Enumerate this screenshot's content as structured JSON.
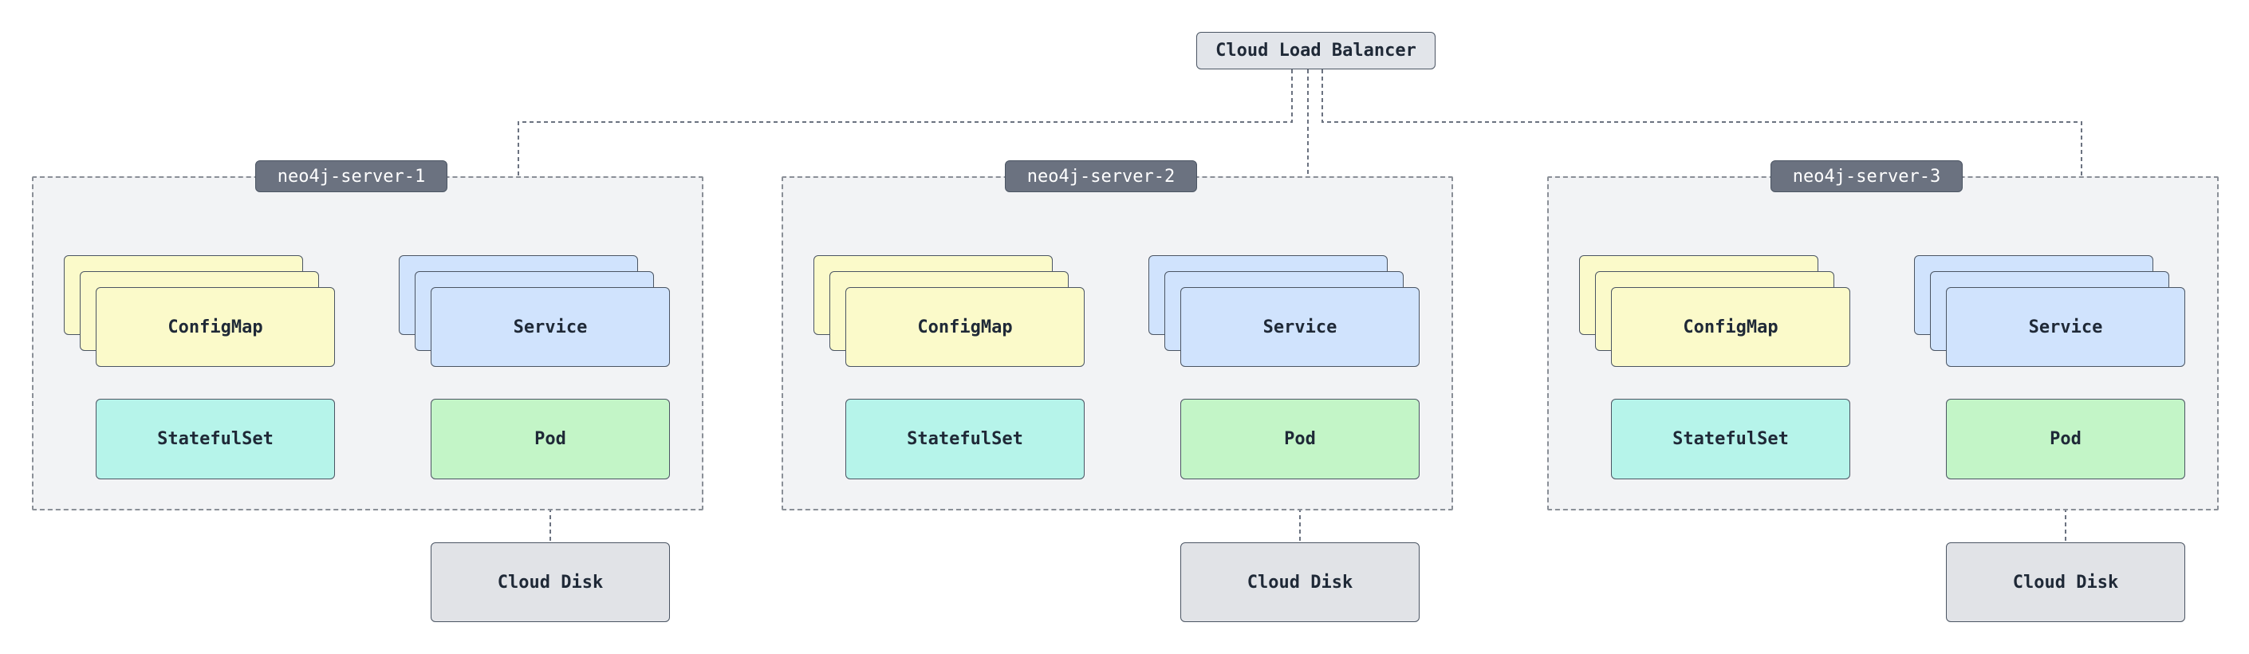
{
  "load_balancer": {
    "label": "Cloud Load Balancer"
  },
  "servers": [
    {
      "name": "neo4j-server-1",
      "configmap": "ConfigMap",
      "service": "Service",
      "statefulset": "StatefulSet",
      "pod": "Pod",
      "disk": "Cloud Disk"
    },
    {
      "name": "neo4j-server-2",
      "configmap": "ConfigMap",
      "service": "Service",
      "statefulset": "StatefulSet",
      "pod": "Pod",
      "disk": "Cloud Disk"
    },
    {
      "name": "neo4j-server-3",
      "configmap": "ConfigMap",
      "service": "Service",
      "statefulset": "StatefulSet",
      "pod": "Pod",
      "disk": "Cloud Disk"
    }
  ],
  "colors": {
    "configmap": "#fbfaca",
    "service": "#d0e3fd",
    "statefulset": "#b6f4ea",
    "pod": "#c3f5c7",
    "disk": "#e1e3e7",
    "cluster_label": "#6b7280"
  }
}
